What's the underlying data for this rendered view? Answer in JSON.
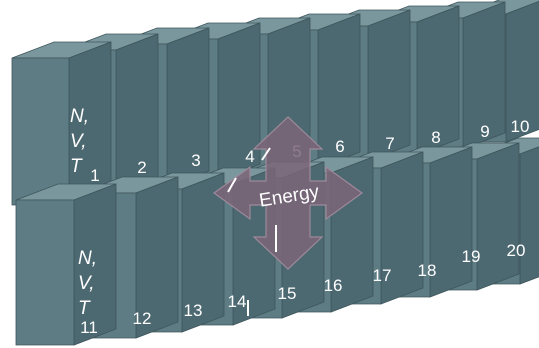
{
  "diagram": {
    "top_row": {
      "box_labels": [
        "1",
        "2",
        "3",
        "4",
        "5",
        "6",
        "7",
        "8",
        "9",
        "10"
      ],
      "ensemble_label": {
        "line1": "N,",
        "line2": "V,",
        "line3": "T"
      }
    },
    "bottom_row": {
      "box_labels": [
        "11",
        "12",
        "13",
        "14",
        "15",
        "16",
        "17",
        "18",
        "19",
        "20"
      ],
      "ensemble_label": {
        "line1": "N,",
        "line2": "V,",
        "line3": "T"
      }
    },
    "highlighted_box": "5",
    "energy_label": "Energy",
    "colors": {
      "box_front": "#5e7c83",
      "box_side": "#4c6870",
      "box_top": "#7a979d",
      "edge": "#3e565c",
      "arrow_fill": "#7b6578",
      "arrow_stroke": "#9d8a9b",
      "highlight_text": "#e7b5cd",
      "label_text": "#ffffff"
    }
  }
}
